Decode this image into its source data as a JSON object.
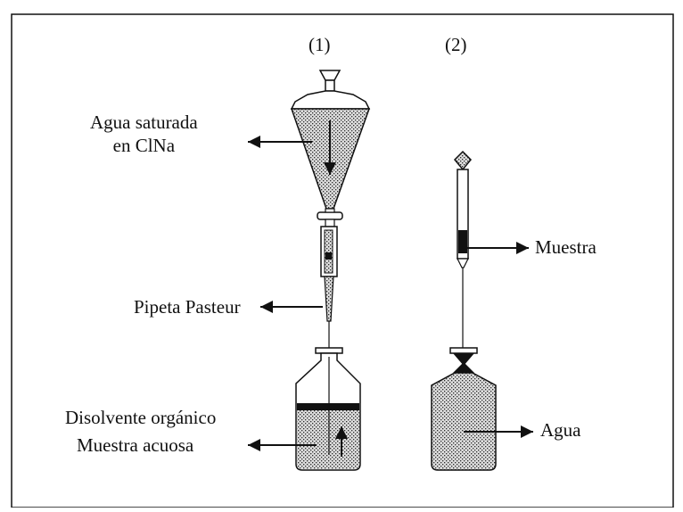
{
  "figure": {
    "apparatus_1_number": "(1)",
    "apparatus_2_number": "(2)",
    "labels": {
      "agua_saturada_line1": "Agua saturada",
      "agua_saturada_line2": "en ClNa",
      "pipeta_pasteur": "Pipeta Pasteur",
      "disolvente_organico": "Disolvente orgánico",
      "muestra_acuosa": "Muestra acuosa",
      "muestra": "Muestra",
      "agua": "Agua"
    }
  },
  "colors": {
    "line": "#111111",
    "stipple_fill": "#9a9a9a",
    "background": "#ffffff",
    "organic_layer": "#111111"
  }
}
